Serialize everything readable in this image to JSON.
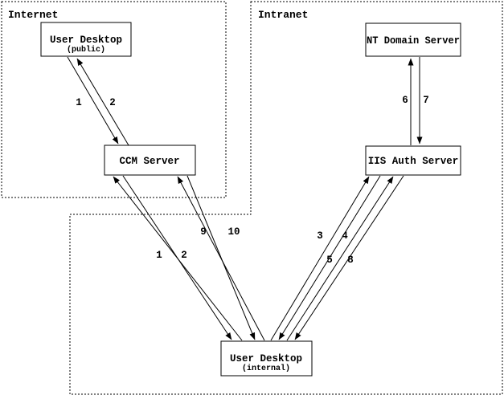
{
  "diagram": {
    "type": "network-flow-diagram",
    "colors": {
      "background": "#ffffff",
      "line": "#000000",
      "box_fill": "#ffffff"
    },
    "zones": [
      {
        "id": "internet",
        "label": "Internet"
      },
      {
        "id": "intranet",
        "label": "Intranet"
      }
    ],
    "nodes": [
      {
        "id": "user-desktop-public",
        "title": "User Desktop",
        "subtitle": "(public)"
      },
      {
        "id": "ccm-server",
        "title": "CCM Server",
        "subtitle": ""
      },
      {
        "id": "nt-domain-server",
        "title": "NT Domain Server",
        "subtitle": ""
      },
      {
        "id": "iis-auth-server",
        "title": "IIS Auth Server",
        "subtitle": ""
      },
      {
        "id": "user-desktop-internal",
        "title": "User Desktop",
        "subtitle": "(internal)"
      }
    ],
    "edges": [
      {
        "label": "1",
        "from": "user-desktop-public",
        "to": "ccm-server"
      },
      {
        "label": "2",
        "from": "ccm-server",
        "to": "user-desktop-public"
      },
      {
        "label": "1",
        "from": "user-desktop-internal",
        "to": "ccm-server"
      },
      {
        "label": "2",
        "from": "ccm-server",
        "to": "user-desktop-internal"
      },
      {
        "label": "9",
        "from": "user-desktop-internal",
        "to": "ccm-server"
      },
      {
        "label": "10",
        "from": "ccm-server",
        "to": "user-desktop-internal"
      },
      {
        "label": "3",
        "from": "user-desktop-internal",
        "to": "iis-auth-server"
      },
      {
        "label": "4",
        "from": "iis-auth-server",
        "to": "user-desktop-internal"
      },
      {
        "label": "5",
        "from": "user-desktop-internal",
        "to": "iis-auth-server"
      },
      {
        "label": "8",
        "from": "iis-auth-server",
        "to": "user-desktop-internal"
      },
      {
        "label": "6",
        "from": "iis-auth-server",
        "to": "nt-domain-server"
      },
      {
        "label": "7",
        "from": "nt-domain-server",
        "to": "iis-auth-server"
      }
    ]
  }
}
